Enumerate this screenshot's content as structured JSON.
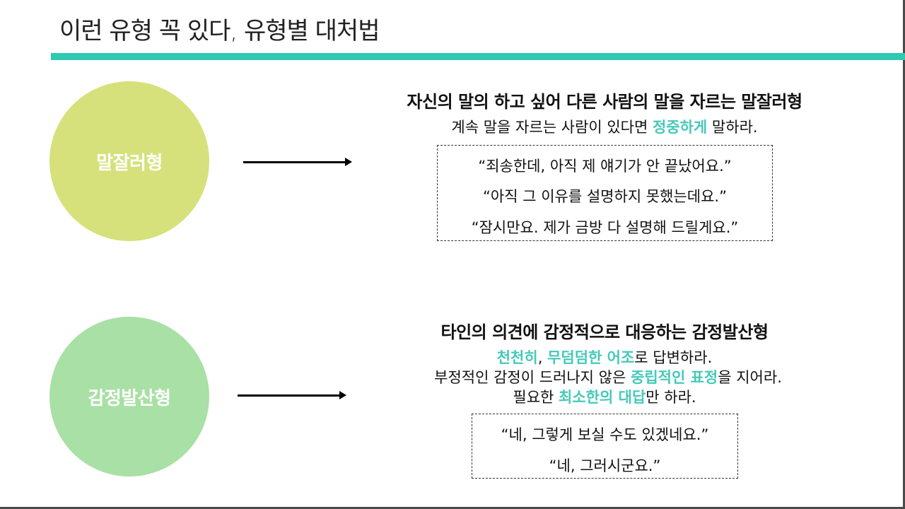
{
  "title": "이런 유형 꼭 있다, 유형별 대처법",
  "colors": {
    "accent": "#2ec9b3",
    "highlight": "#45c9b8",
    "circle1": "#d6e17c",
    "circle2": "#a9e0a5"
  },
  "type1": {
    "circle_label": "말잘러형",
    "heading": "자신의 말의 하고 싶어 다른 사람의 말을 자르는 말잘러형",
    "advice": {
      "pre": "계속 말을 자르는 사람이 있다면 ",
      "hl": "정중하게",
      "post": " 말하라."
    },
    "quotes": [
      "“죄송한데, 아직 제 얘기가 안 끝났어요.”",
      "“아직 그 이유를 설명하지 못했는데요.”",
      "“잠시만요. 제가 금방 다 설명해 드릴게요.”"
    ]
  },
  "type2": {
    "circle_label": "감정발산형",
    "heading": "타인의 의견에 감정적으로 대응하는 감정발산형",
    "line1": {
      "hl1": "천천히",
      "sep": ", ",
      "hl2": "무덤덤한 어조",
      "post": "로 답변하라."
    },
    "line2": {
      "pre": "부정적인 감정이 드러나지 않은 ",
      "hl": "중립적인 표정",
      "post": "을 지어라."
    },
    "line3": {
      "pre": "필요한 ",
      "hl": "최소한의 대답",
      "post": "만 하라."
    },
    "quotes": [
      "“네, 그렇게 보실 수도 있겠네요.”",
      "“네, 그러시군요.”"
    ]
  }
}
